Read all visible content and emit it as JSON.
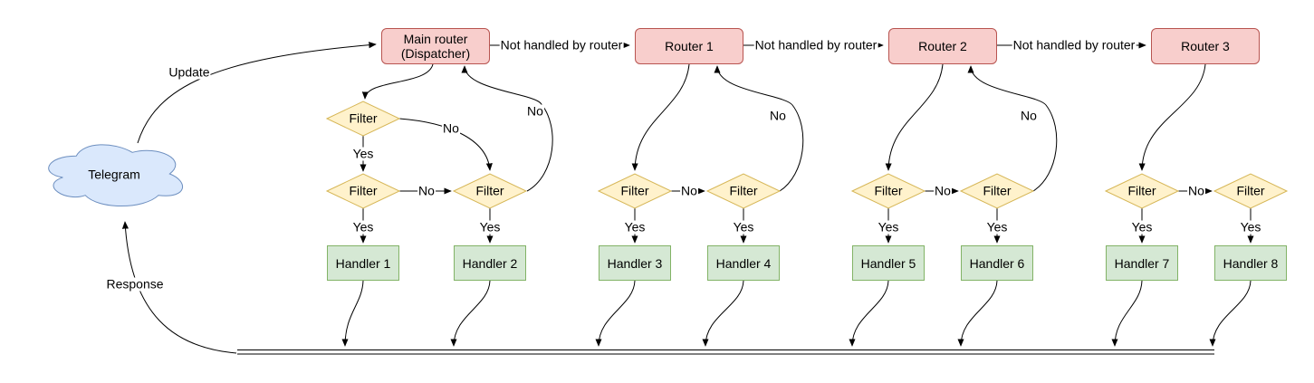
{
  "diagram": {
    "cloud": {
      "label": "Telegram"
    },
    "dispatcher": {
      "title": "Main router",
      "subtitle": "(Dispatcher)"
    },
    "routers": [
      {
        "label": "Router 1"
      },
      {
        "label": "Router 2"
      },
      {
        "label": "Router 3"
      }
    ],
    "handlers": [
      {
        "label": "Handler 1"
      },
      {
        "label": "Handler 2"
      },
      {
        "label": "Handler 3"
      },
      {
        "label": "Handler 4"
      },
      {
        "label": "Handler 5"
      },
      {
        "label": "Handler 6"
      },
      {
        "label": "Handler 7"
      },
      {
        "label": "Handler 8"
      }
    ],
    "labels": {
      "update": "Update",
      "response": "Response",
      "not_handled": "Not handled by router",
      "filter": "Filter",
      "yes": "Yes",
      "no": "No"
    },
    "colors": {
      "router_fill": "#f8cecc",
      "router_stroke": "#b85450",
      "filter_fill": "#fff2cc",
      "filter_stroke": "#d6b656",
      "handler_fill": "#d5e8d4",
      "handler_stroke": "#82b366",
      "cloud_fill": "#dae8fc",
      "cloud_stroke": "#6c8ebf",
      "line": "#000000"
    }
  }
}
